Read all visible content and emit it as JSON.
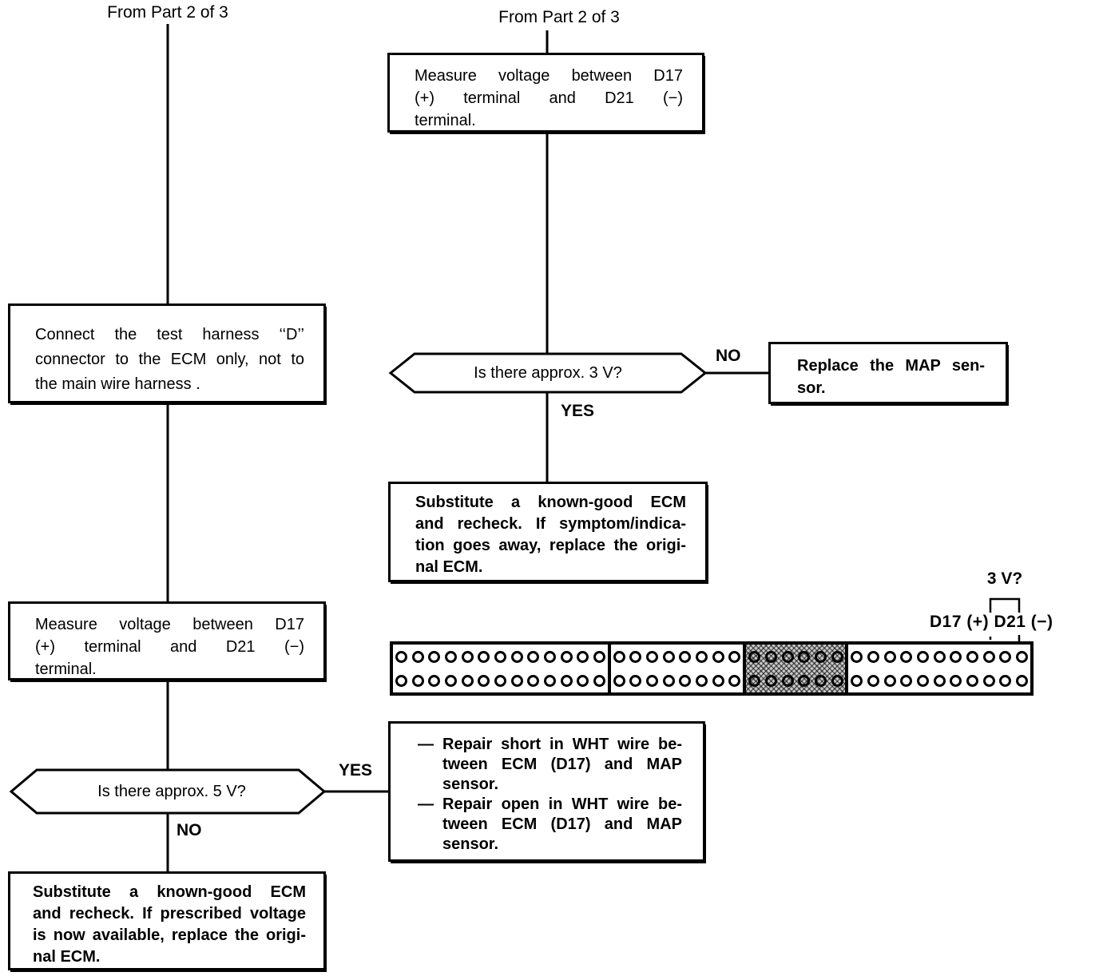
{
  "page": {
    "background": "#ffffff",
    "line_color": "#000000",
    "shade_color": "#c9c9c9"
  },
  "labels": {
    "from_part_left": "From Part 2 of 3",
    "from_part_right": "From Part 2 of 3"
  },
  "left_flow": {
    "connect_box": {
      "lines": [
        "Connect the test harness ‘‘D’’",
        "connector to the ECM only, not to",
        "the main wire harness ."
      ]
    },
    "measure_box": {
      "lines": [
        "Measure voltage between D17",
        "(+) terminal and D21 (−)",
        "terminal."
      ]
    },
    "decision": {
      "question": "Is there approx. 5 V?",
      "yes_label": "YES",
      "no_label": "NO"
    },
    "substitute_box": {
      "lines": [
        "Substitute a known-good ECM",
        "and recheck. If prescribed voltage",
        "is now available, replace the origi-",
        "nal ECM."
      ]
    }
  },
  "right_flow": {
    "measure_box": {
      "lines": [
        "Measure voltage between D17",
        "(+) terminal and D21 (−)",
        "terminal."
      ]
    },
    "decision": {
      "question": "Is there approx. 3 V?",
      "yes_label": "YES",
      "no_label": "NO"
    },
    "replace_box": {
      "lines": [
        "Replace the MAP sen-",
        "sor."
      ]
    },
    "substitute_box": {
      "lines": [
        "Substitute a known-good ECM",
        "and recheck. If symptom/indica-",
        "tion goes away, replace the origi-",
        "nal ECM."
      ]
    },
    "repair_box": {
      "bullet": "—",
      "items": [
        {
          "lines": [
            "Repair short in WHT wire be-",
            "tween ECM (D17) and MAP",
            "sensor."
          ]
        },
        {
          "lines": [
            "Repair open in WHT wire be-",
            "tween ECM (D17) and MAP",
            "sensor."
          ]
        }
      ]
    }
  },
  "connector": {
    "annotation": {
      "voltage_label": "3 V?",
      "terminal_label": "D17 (+) D21 (−)"
    },
    "rows": 2,
    "sections": [
      {
        "pins": 13,
        "shaded": false
      },
      {
        "pins": 8,
        "shaded": false
      },
      {
        "pins": 6,
        "shaded": true
      },
      {
        "pins": 11,
        "shaded": false
      }
    ]
  }
}
